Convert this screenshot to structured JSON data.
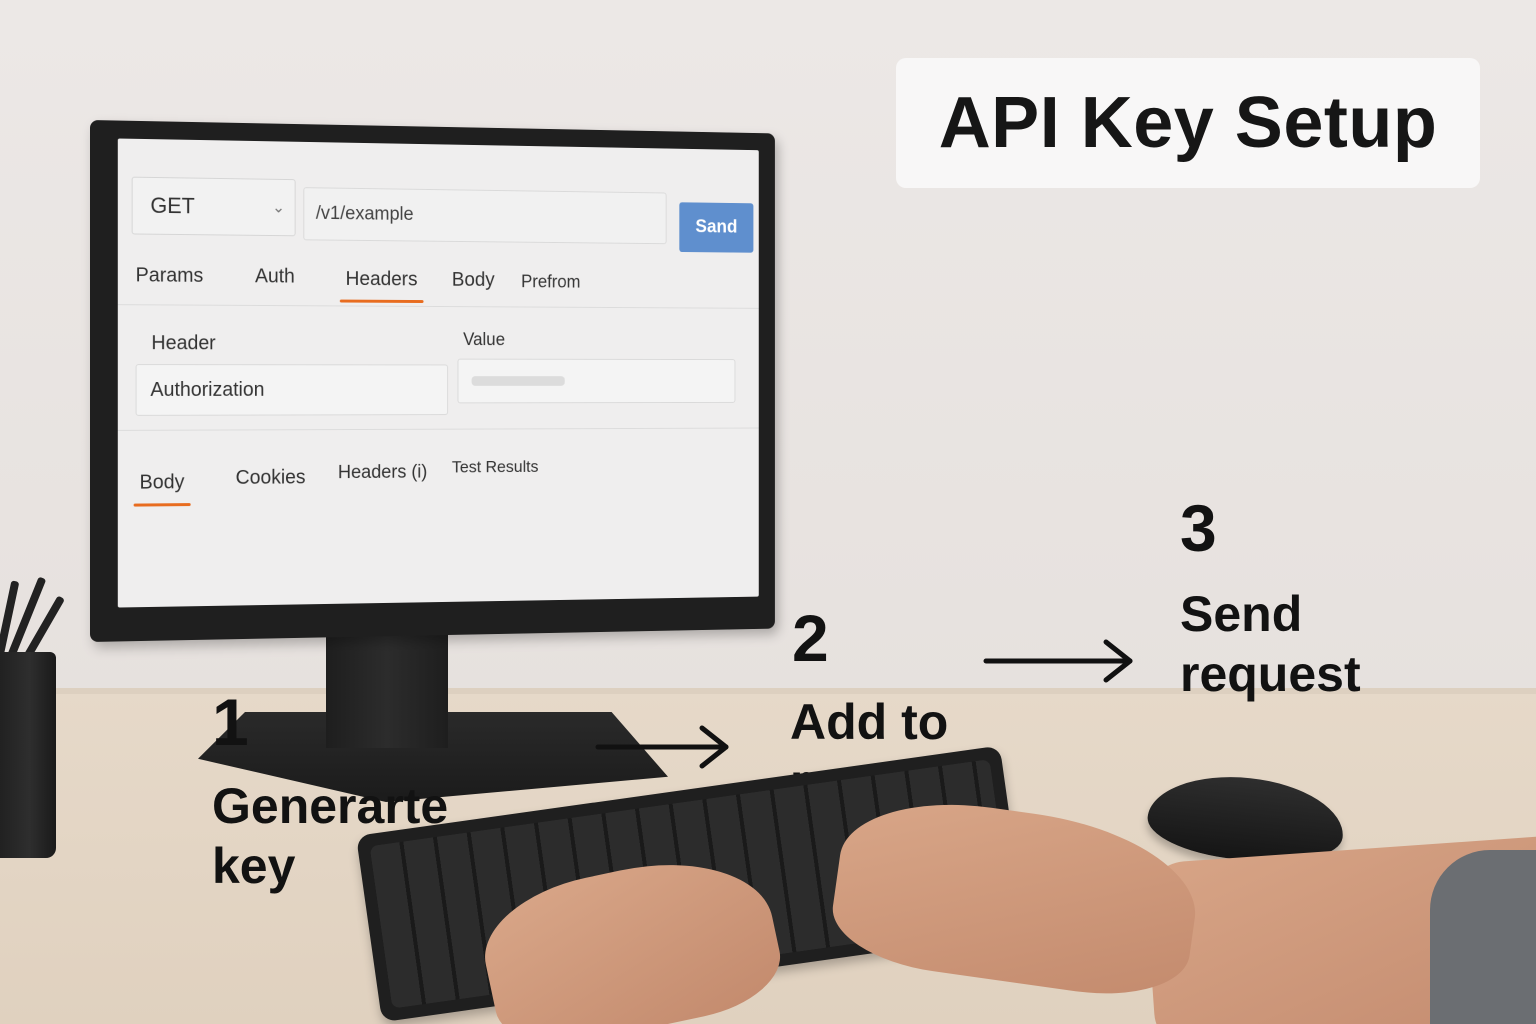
{
  "title": "API Key Setup",
  "screen": {
    "method": "GET",
    "method_chevron_icon": "chevron-down-icon",
    "url": "/v1/example",
    "send_label": "Sand",
    "request_tabs": [
      "Params",
      "Auth",
      "Headers",
      "Body",
      "Prefrom"
    ],
    "active_request_tab": "Headers",
    "header_column_label": "Header",
    "value_column_label": "Value",
    "header_name": "Authorization",
    "response_tabs": [
      "Body",
      "Cookies",
      "Headers (i)",
      "Test Results"
    ],
    "active_response_tab": "Body",
    "accent_color": "#e86c1f",
    "send_color": "#5f8fce"
  },
  "steps": [
    {
      "number": "1",
      "line1": "Generarte",
      "line2": "key"
    },
    {
      "number": "2",
      "line1": "Add to",
      "line2": "request"
    },
    {
      "number": "3",
      "line1": "Send",
      "line2": "request"
    }
  ]
}
